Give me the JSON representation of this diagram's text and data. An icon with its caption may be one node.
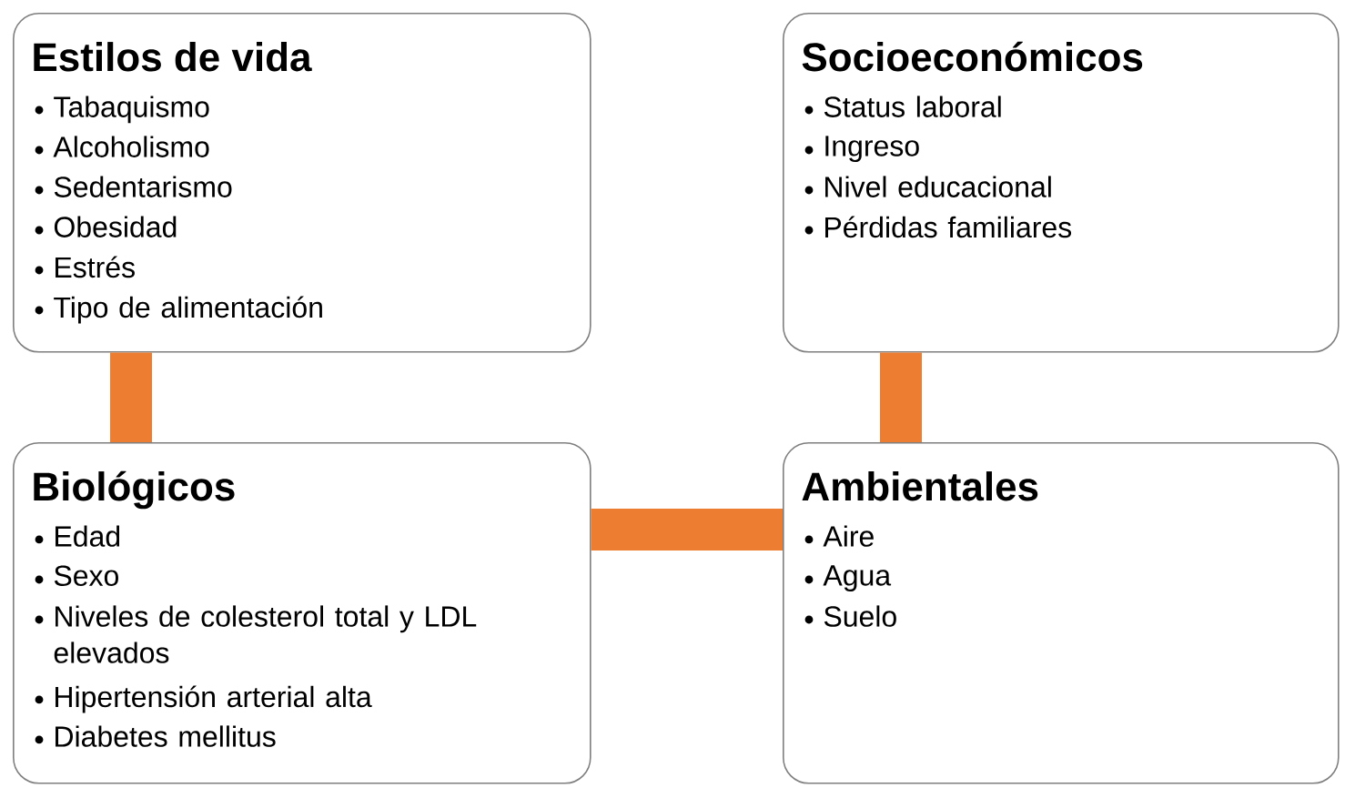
{
  "diagram": {
    "nodes": [
      {
        "text": [
          "Estilos de vida",
          "Tabaquismo",
          "Alcoholismo",
          "Sedentarismo",
          "Obesidad",
          "Estrés",
          "Tipo de alimentación"
        ]
      },
      {
        "text": [
          "Socioeconómicos",
          "Status laboral",
          "Ingreso",
          "Nivel educacional",
          "Pérdidas familiares"
        ]
      },
      {
        "text": [
          "Biológicos",
          "Edad",
          "Sexo",
          "Niveles de colesterol total y LDL elevados",
          "Hipertensión arterial alta",
          "Diabetes mellitus"
        ]
      },
      {
        "text": [
          "Ambientales",
          "Aire",
          "Agua",
          "Suelo"
        ]
      }
    ],
    "edges": [
      {
        "from": 0,
        "to": 2,
        "arrow": "none"
      },
      {
        "from": 1,
        "to": 3,
        "arrow": "none"
      },
      {
        "from": 2,
        "to": 3,
        "arrow": "none"
      }
    ]
  }
}
